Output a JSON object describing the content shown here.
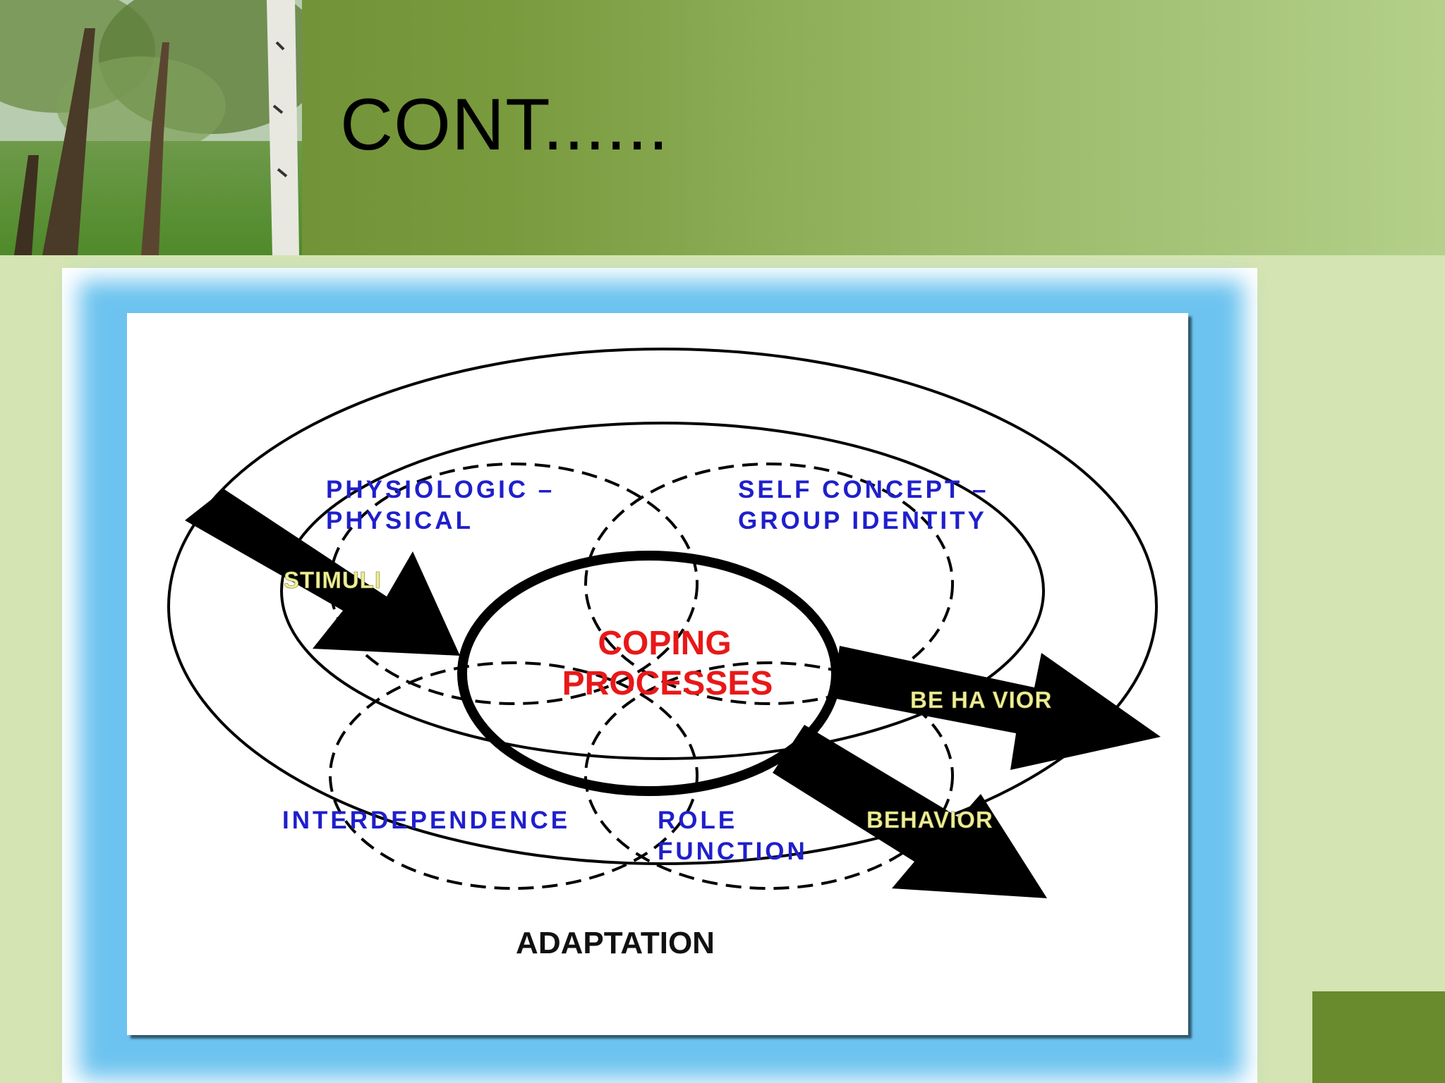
{
  "slide": {
    "title": "CONT......"
  },
  "diagram": {
    "center_label_line1": "COPING",
    "center_label_line2": "PROCESSES",
    "input_label": "STIMULI",
    "output_label_1": "BE HA VIOR",
    "output_label_2": "BEHAVIOR",
    "outer_label": "ADAPTATION",
    "modes": {
      "physiologic_line1": "PHYSIOLOGIC –",
      "physiologic_line2": "PHYSICAL",
      "self_concept_line1": "SELF CONCEPT –",
      "self_concept_line2": "GROUP IDENTITY",
      "interdependence": "INTERDEPENDENCE",
      "role_line1": "ROLE",
      "role_line2": "FUNCTION"
    }
  },
  "colors": {
    "mode_text": "#1f1fcc",
    "center_text": "#e81818",
    "arrow_text": "#eeee99",
    "frame_glow": "#6cc3ef",
    "header_green": "#66882e"
  }
}
